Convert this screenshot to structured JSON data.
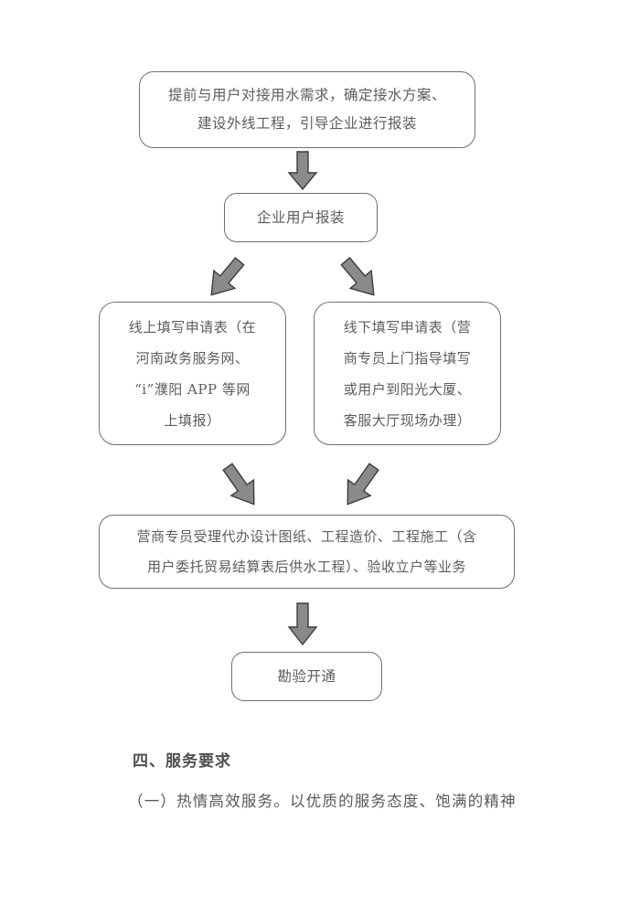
{
  "document": {
    "type": "flowchart-figure-with-caption",
    "language": "zh-CN"
  },
  "flowchart": {
    "nodes": [
      {
        "id": "node-top",
        "name": "process-intro",
        "lines": [
          "提前与用户对接用水需求，确定接水方案、",
          "建设外线工程，引导企业进行报装"
        ]
      },
      {
        "id": "node-apply",
        "name": "enterprise-application",
        "lines": [
          "企业用户报装"
        ]
      },
      {
        "id": "node-online",
        "name": "online-form",
        "lines": [
          "线上填写申请表（在",
          "河南政务服务网、",
          "“i”濮阳 APP 等网",
          "上填报）"
        ]
      },
      {
        "id": "node-offline",
        "name": "offline-form",
        "lines": [
          "线下填写申请表（营",
          "商专员上门指导填写",
          "或用户到阳光大厦、",
          "客服大厅现场办理）"
        ]
      },
      {
        "id": "node-handle",
        "name": "agent-handling",
        "lines": [
          "营商专员受理代办设计图纸、工程造价、工程施工（含",
          "用户委托贸易结算表后供水工程）、验收立户等业务"
        ]
      },
      {
        "id": "node-final",
        "name": "survey-activation",
        "lines": [
          "勘验开通"
        ]
      }
    ],
    "arrows": [
      {
        "id": "arrow-1",
        "name": "arrow-down-icon",
        "direction": "down",
        "from": "node-top",
        "to": "node-apply"
      },
      {
        "id": "arrow-2",
        "name": "arrow-down-left-icon",
        "direction": "down-left",
        "from": "node-apply",
        "to": "node-online"
      },
      {
        "id": "arrow-3",
        "name": "arrow-down-right-icon",
        "direction": "down-right",
        "from": "node-apply",
        "to": "node-offline"
      },
      {
        "id": "arrow-4",
        "name": "arrow-down-right-icon",
        "direction": "down-right",
        "from": "node-online",
        "to": "node-handle"
      },
      {
        "id": "arrow-5",
        "name": "arrow-down-left-icon",
        "direction": "down-left",
        "from": "node-offline",
        "to": "node-handle"
      },
      {
        "id": "arrow-6",
        "name": "arrow-down-icon",
        "direction": "down",
        "from": "node-handle",
        "to": "node-final"
      }
    ],
    "colors": {
      "node_border": "#6e6e70",
      "node_background": "#ffffff",
      "node_text": "#5c5c5e",
      "arrow_fill": "#878787",
      "arrow_stroke": "#3f3f3f"
    }
  },
  "footer": {
    "heading": "四、服务要求",
    "paragraph": "（一）热情高效服务。以优质的服务态度、饱满的精神"
  }
}
